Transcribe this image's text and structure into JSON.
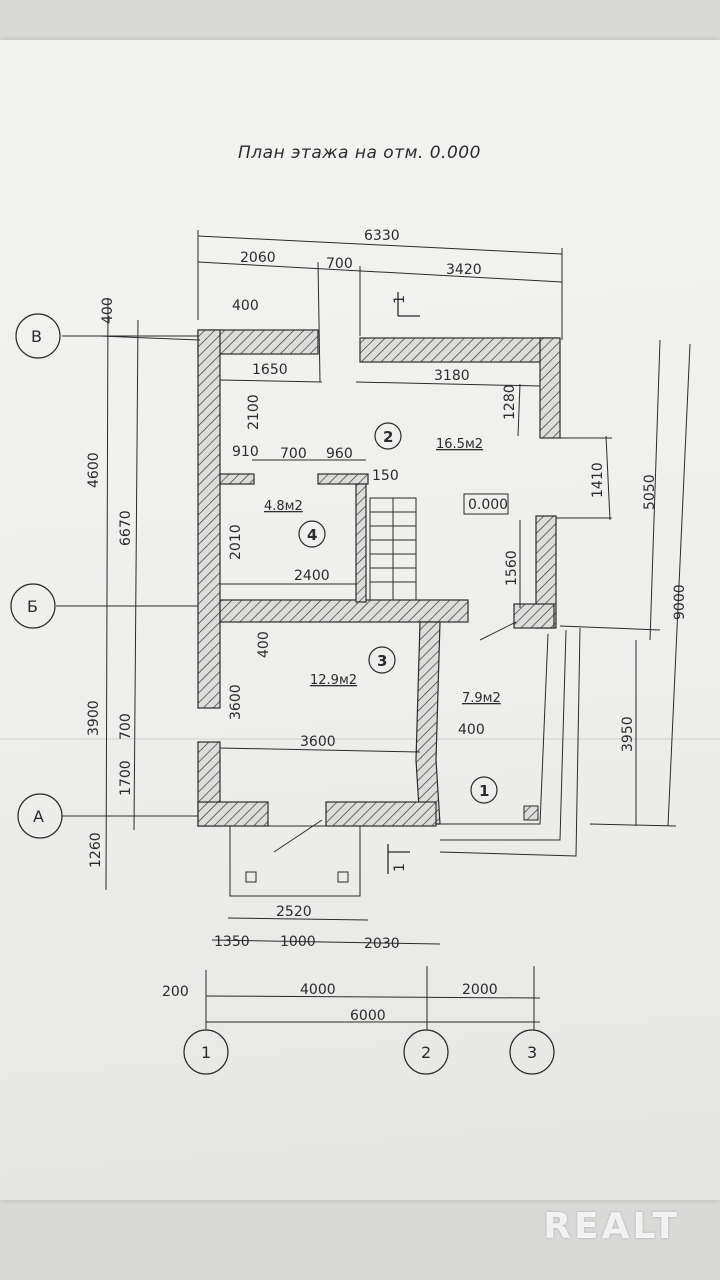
{
  "title": "План этажа на отм. 0.000",
  "axes": {
    "rows": [
      "В",
      "Б",
      "А"
    ],
    "columns": [
      "1",
      "2",
      "3"
    ]
  },
  "dims_top": [
    "6330",
    "2060",
    "700",
    "3420",
    "400"
  ],
  "dims_bottom": [
    "2520",
    "1350",
    "1000",
    "2030",
    "200",
    "4000",
    "2000",
    "6000"
  ],
  "dims_left": [
    "400",
    "4600",
    "6670",
    "3900",
    "700",
    "1700",
    "1260"
  ],
  "dims_right": [
    "5050",
    "9000",
    "3950",
    "1410"
  ],
  "dims_inner": [
    "1650",
    "3180",
    "1280",
    "2100",
    "910",
    "700",
    "960",
    "150",
    "2010",
    "2400",
    "1560",
    "400",
    "3600",
    "3600",
    "400"
  ],
  "rooms": [
    {
      "number": "2",
      "area": "16.5м2"
    },
    {
      "number": "4",
      "area": "4.8м2"
    },
    {
      "number": "3",
      "area": "12.9м2"
    },
    {
      "number": "1",
      "area": "7.9м2"
    }
  ],
  "level_mark": "0.000",
  "section_mark": "1",
  "watermark": "REALT",
  "colors": {
    "line": "#2b2b2b",
    "paper": "#efefed",
    "hatch": "#3a3a3a"
  }
}
